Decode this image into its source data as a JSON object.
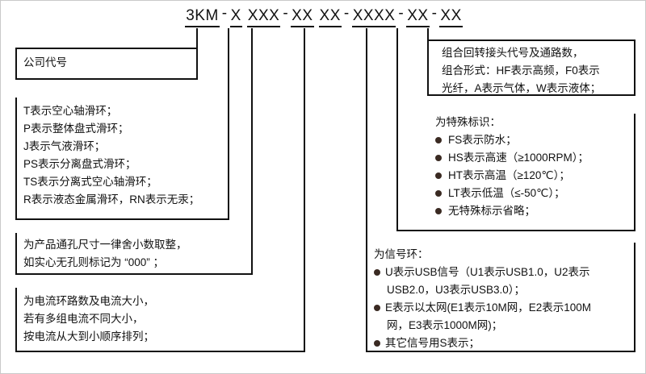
{
  "code": {
    "segments": [
      {
        "text": "3KM",
        "sep": "-"
      },
      {
        "text": "X",
        "sep": ""
      },
      {
        "text": "XXX",
        "sep": "-"
      },
      {
        "text": "XX",
        "sep": ""
      },
      {
        "text": "XX",
        "sep": "-"
      },
      {
        "text": "XXXX",
        "sep": "-"
      },
      {
        "text": "XX",
        "sep": "-"
      },
      {
        "text": "XX",
        "sep": ""
      }
    ],
    "full": "3KM - X XXX - XX XX - XXXX - XX - XX"
  },
  "left": {
    "company": {
      "title": "公司代号"
    },
    "ring_type": {
      "lines": [
        "T表示空心轴滑环；",
        "P表示整体盘式滑环；",
        "J表示气液滑环；",
        "PS表示分离盘式滑环；",
        "TS表示分离式空心轴滑环；",
        "R表示液态金属滑环，RN表示无汞；"
      ]
    },
    "bore": {
      "lines": [
        "为产品通孔尺寸一律舍小数取整，",
        "如实心无孔则标记为 “000” ；"
      ]
    },
    "current": {
      "lines": [
        "为电流环路数及电流大小，",
        "若有多组电流不同大小，",
        "按电流从大到小顺序排列；"
      ]
    }
  },
  "right": {
    "rotary_joint": {
      "lines": [
        "组合回转接头代号及通路数，",
        "组合形式：HF表示高频，F0表示",
        "光纤，A表示气体，W表示液体；"
      ]
    },
    "special_mark": {
      "title": "为特殊标识：",
      "items": [
        "FS表示防水；",
        "HS表示高速（≥1000RPM）；",
        "HT表示高温（≥120℃）；",
        "LT表示低温（≤-50℃）；",
        "无特殊标示省略；"
      ]
    },
    "signal_ring": {
      "title": "为信号环：",
      "items": [
        {
          "main": "U表示USB信号（U1表示USB1.0，U2表示",
          "cont": "USB2.0，U3表示USB3.0）；"
        },
        {
          "main": "E表示以太网(E1表示10M网，E2表示100M",
          "cont": "网，E3表示1000M网)；"
        },
        {
          "main": "其它信号用S表示；",
          "cont": ""
        }
      ]
    }
  },
  "colors": {
    "line": "#111111",
    "bullet": "#3a2a22",
    "border": "#c9c9c9",
    "text": "#111111"
  }
}
